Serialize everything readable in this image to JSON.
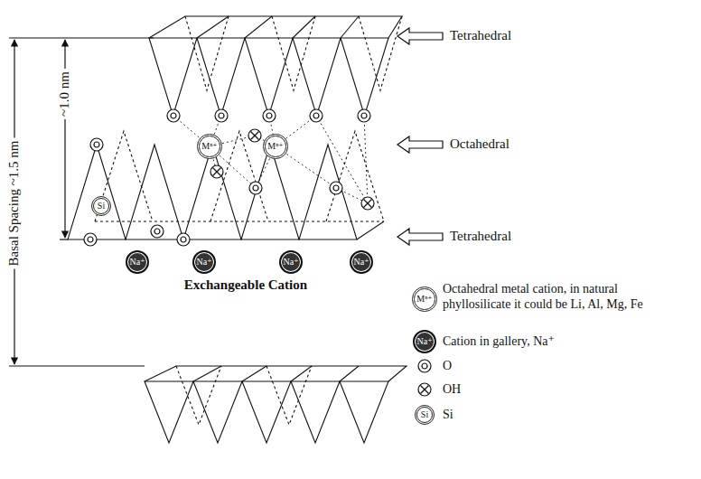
{
  "diagram": {
    "nodes": [
      {
        "text": [
          "Mⁿ⁺"
        ]
      },
      {
        "text": [
          "Mⁿ⁺"
        ]
      },
      {
        "text": [
          "Si"
        ]
      },
      {
        "text": [
          "Na⁺"
        ]
      },
      {
        "text": [
          "Na⁺"
        ]
      },
      {
        "text": [
          "Na⁺"
        ]
      },
      {
        "text": [
          "Na⁺"
        ]
      },
      {
        "text": [
          "Mⁿ⁺"
        ]
      },
      {
        "text": [
          "Na⁺"
        ]
      },
      {
        "text": [
          "Si"
        ]
      }
    ],
    "labels": [
      "Basal Spacing ~1.5 nm",
      "~1.0 nm",
      "Tetrahedral",
      "Octahedral",
      "Tetrahedral",
      "Exchangeable Cation"
    ],
    "legend": [
      {
        "text": "Octahedral metal cation, in natural phyllosilicate it could be Li, Al, Mg, Fe"
      },
      {
        "text": "Cation in gallery, Na⁺"
      },
      {
        "text": "O"
      },
      {
        "text": "OH"
      },
      {
        "text": "Si"
      }
    ]
  }
}
